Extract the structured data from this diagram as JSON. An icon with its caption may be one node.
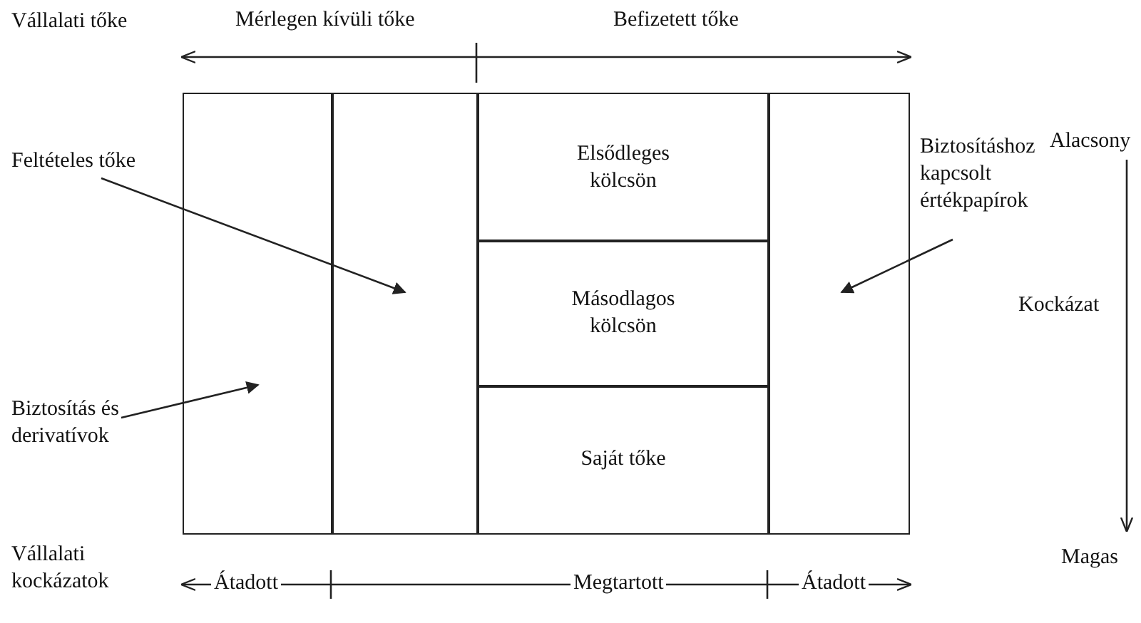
{
  "diagram": {
    "nodes": [
      {
        "text": [],
        "shape": "box"
      },
      {
        "text": [],
        "shape": "box"
      },
      {
        "text": [
          "Elsődleges kölcsön"
        ]
      },
      {
        "text": [
          "Másodlagos kölcsön"
        ]
      },
      {
        "text": [
          "Saját tőke"
        ]
      },
      {
        "text": [],
        "shape": "box"
      },
      {
        "text": [
          "Feltételes tőke"
        ]
      },
      {
        "text": [
          "Biztosítás és derivatívok"
        ]
      },
      {
        "text": [
          "Biztosításhoz kapcsolt értékpapírok"
        ]
      }
    ],
    "edges": [
      {
        "from": 6,
        "to": 1,
        "arrow": "to"
      },
      {
        "from": 7,
        "to": 0,
        "arrow": "to"
      },
      {
        "from": 8,
        "to": 5,
        "arrow": "to"
      }
    ],
    "labels": [
      "Vállalati tőke",
      "Mérlegen kívüli tőke",
      "Befizetett tőke",
      "Alacsony",
      "Kockázat",
      "Vállalati kockázatok",
      "Magas",
      "Átadott",
      "Megtartott",
      "Átadott"
    ]
  }
}
